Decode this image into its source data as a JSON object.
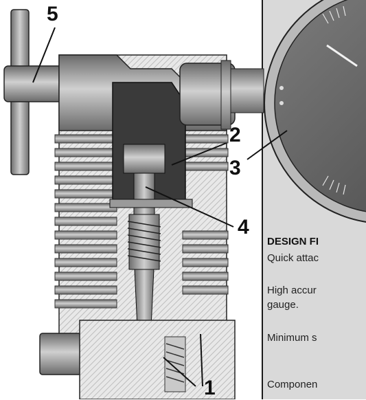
{
  "callouts": [
    "5",
    "2",
    "3",
    "4",
    "1"
  ],
  "design_features": {
    "title": "DESIGN FI",
    "items": [
      "Quick attac",
      "High accur",
      "gauge.",
      "Minimum s",
      "Componen"
    ]
  }
}
